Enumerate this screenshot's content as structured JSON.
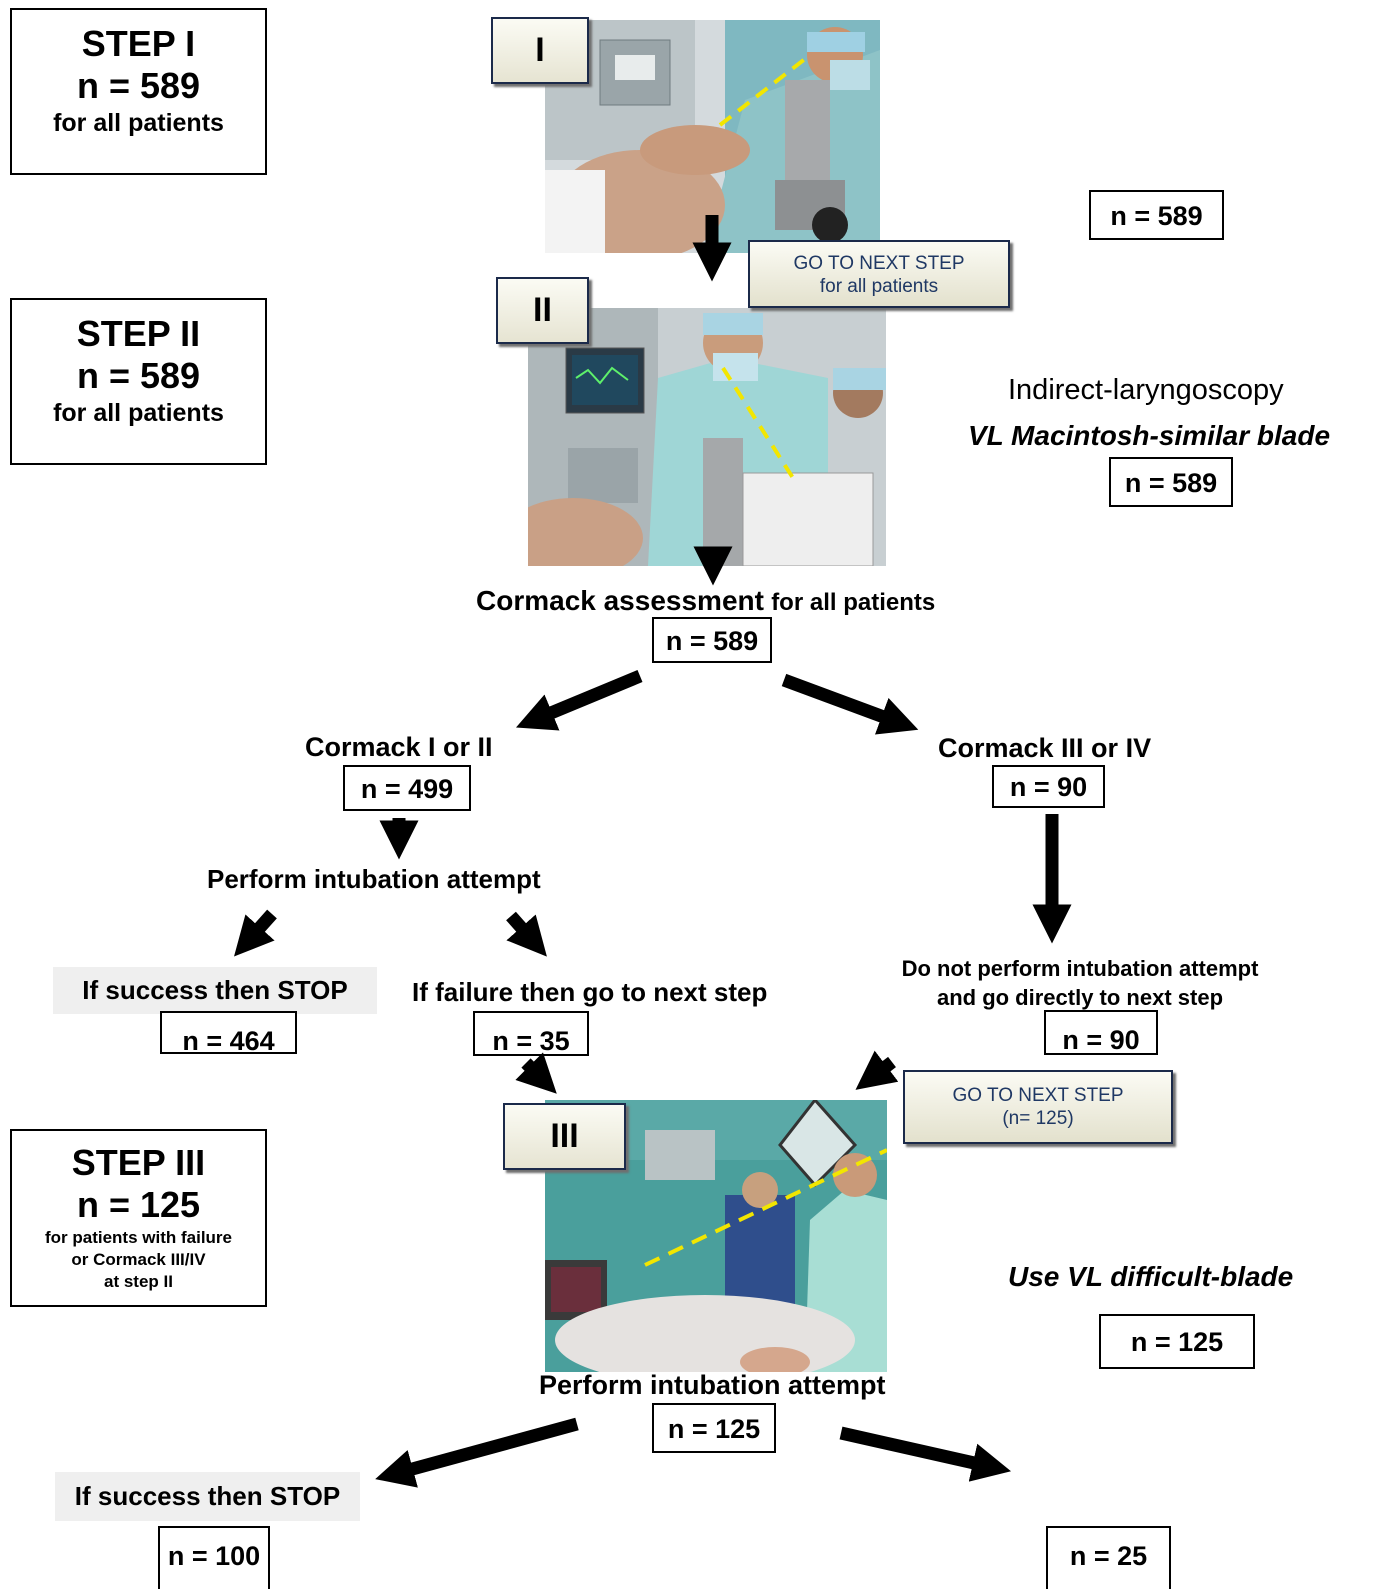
{
  "steps": {
    "step1": {
      "title": "STEP I",
      "n": "n = 589",
      "desc": "for all patients"
    },
    "step2": {
      "title": "STEP II",
      "n": "n = 589",
      "desc": "for all patients"
    },
    "step3": {
      "title": "STEP III",
      "n": "n = 125",
      "desc_lines": [
        "for patients with failure",
        "or Cormack III/IV",
        "at step II"
      ]
    }
  },
  "photo_labels": {
    "p1": "I",
    "p2": "II",
    "p3": "III"
  },
  "go_next_1": {
    "line1": "GO TO NEXT STEP",
    "line2": "for all patients"
  },
  "go_next_2": {
    "line1": "GO TO NEXT STEP",
    "line2": "(n= 125)"
  },
  "right_side": {
    "n_step1": "n = 589",
    "indirect": "Indirect-laryngoscopy",
    "vl_mac": "VL Macintosh-similar blade",
    "n_step2": "n = 589",
    "vl_difficult": "Use VL difficult-blade",
    "n_step3": "n = 125"
  },
  "cormack": {
    "title_main": "Cormack assessment",
    "title_suffix": "for all patients",
    "n": "n = 589",
    "left_label": "Cormack I or II",
    "left_n": "n = 499",
    "right_label": "Cormack III or IV",
    "right_n": "n = 90"
  },
  "step2_outcomes": {
    "perform": "Perform intubation attempt",
    "success": "If success then STOP",
    "success_n": "n = 464",
    "failure": "If failure then go to next step",
    "failure_n": "n = 35",
    "no_attempt_line1": "Do not perform intubation attempt",
    "no_attempt_line2": "and go directly to next step",
    "no_attempt_n": "n = 90"
  },
  "step3_outcomes": {
    "perform": "Perform intubation attempt",
    "n": "n = 125",
    "success": "If success then STOP",
    "success_n": "n = 100",
    "right_n": "n = 25"
  }
}
